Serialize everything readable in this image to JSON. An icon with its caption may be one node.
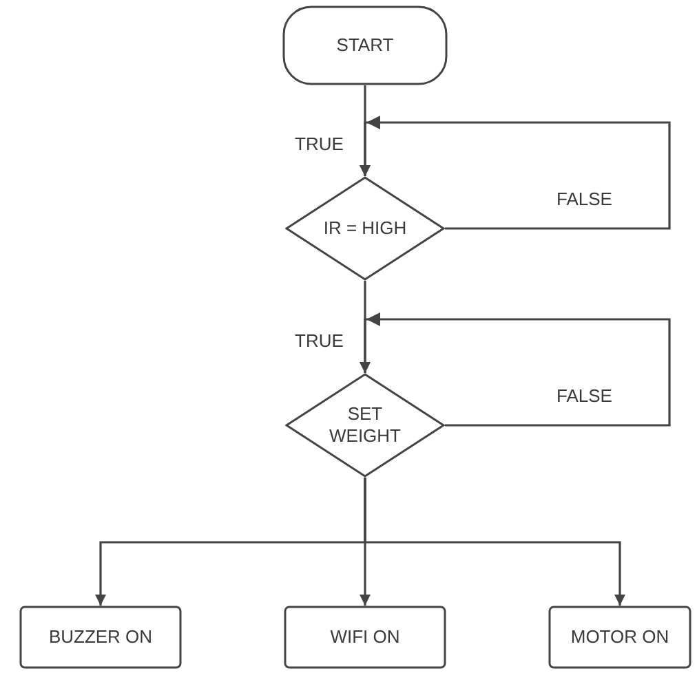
{
  "diagram": {
    "nodes": [
      {
        "text": [
          "START"
        ]
      },
      {
        "text": [
          "IR = HIGH"
        ]
      },
      {
        "text": [
          "SET WEIGHT"
        ]
      },
      {
        "text": [
          "BUZZER ON"
        ]
      },
      {
        "text": [
          "WIFI ON"
        ]
      },
      {
        "text": [
          "MOTOR ON"
        ]
      }
    ],
    "edges": [
      {
        "from": 0,
        "to": 1,
        "arrow": "to",
        "label": "TRUE"
      },
      {
        "from": 1,
        "to": 1,
        "arrow": "to",
        "label": "FALSE"
      },
      {
        "from": 1,
        "to": 2,
        "arrow": "to",
        "label": "TRUE"
      },
      {
        "from": 2,
        "to": 2,
        "arrow": "to",
        "label": "FALSE"
      },
      {
        "from": 2,
        "to": 3,
        "arrow": "to"
      },
      {
        "from": 2,
        "to": 4,
        "arrow": "to"
      },
      {
        "from": 2,
        "to": 5,
        "arrow": "to"
      }
    ]
  }
}
